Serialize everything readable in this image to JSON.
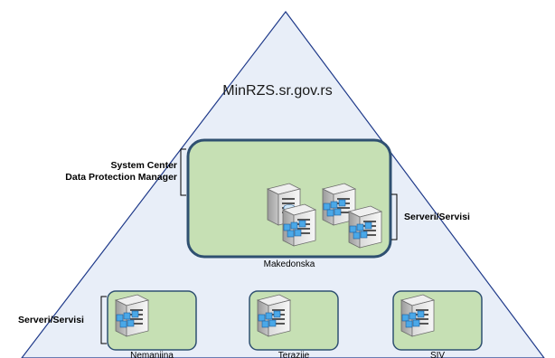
{
  "domain_name": "MinRZS.sr.gov.rs",
  "dpm_label": {
    "line1": "System Center",
    "line2": "Data Protection Manager"
  },
  "servers_label_right": "Serveri/Servisi",
  "servers_label_left": "Serveri/Servisi",
  "main_site": "Makedonska",
  "sites": [
    "Nemanjina",
    "Terazije",
    "SIV"
  ],
  "colors": {
    "triangle_fill": "#e8eef8",
    "triangle_stroke": "#1f3a8a",
    "box_fill": "#c6e0b4",
    "box_stroke": "#2f5071"
  },
  "icons": [
    "dpm-server-icon",
    "server-icon",
    "database-server-icon",
    "virtual-server-icon"
  ]
}
